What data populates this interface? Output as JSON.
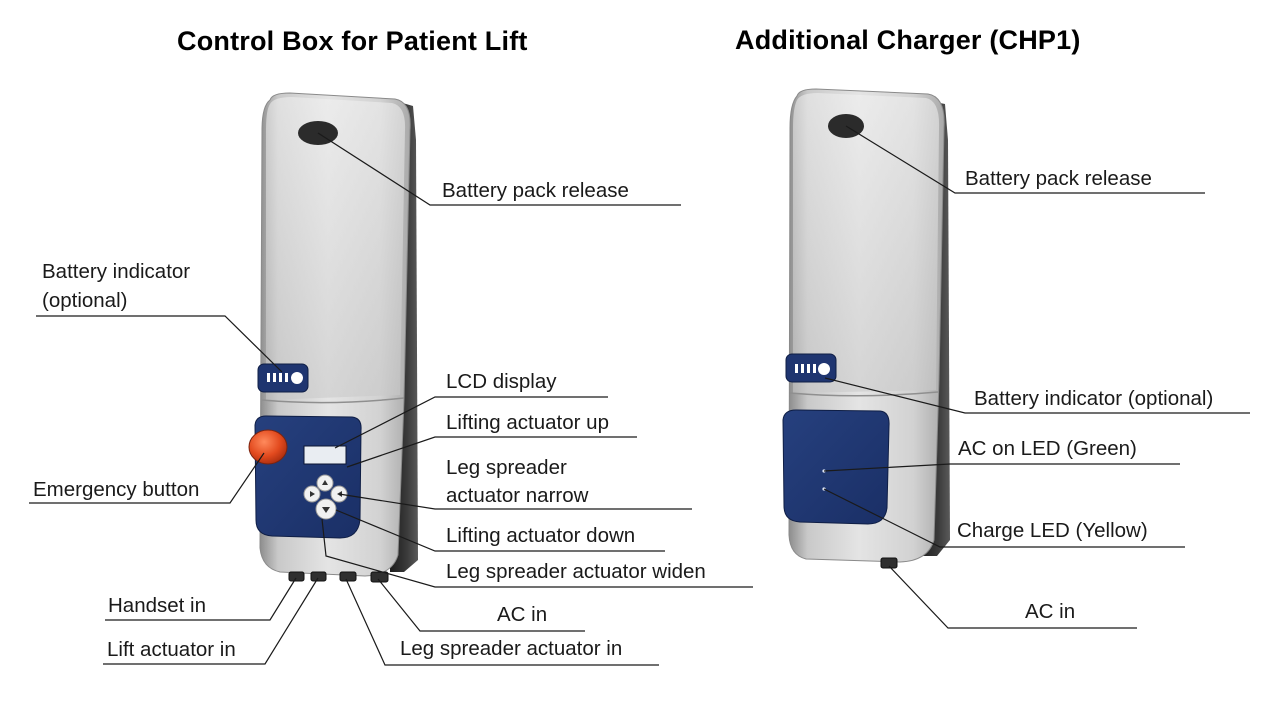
{
  "titles": {
    "left": "Control Box for Patient Lift",
    "right": "Additional Charger (CHP1)"
  },
  "control_box": {
    "battery_pack_release": "Battery pack release",
    "battery_indicator_line1": "Battery indicator",
    "battery_indicator_line2": "(optional)",
    "lcd_display": "LCD display",
    "lifting_actuator_up": "Lifting actuator up",
    "leg_spreader_narrow_line1": "Leg spreader",
    "leg_spreader_narrow_line2": "actuator narrow",
    "emergency_button": "Emergency button",
    "lifting_actuator_down": "Lifting actuator down",
    "leg_spreader_widen": "Leg spreader actuator widen",
    "handset_in": "Handset in",
    "ac_in": "AC in",
    "lift_actuator_in": "Lift actuator in",
    "leg_spreader_actuator_in": "Leg spreader actuator in"
  },
  "charger": {
    "battery_pack_release": "Battery pack release",
    "battery_indicator": "Battery indicator (optional)",
    "ac_on_led": "AC on LED (Green)",
    "charge_led": "Charge LED (Yellow)",
    "ac_in": "AC in"
  }
}
